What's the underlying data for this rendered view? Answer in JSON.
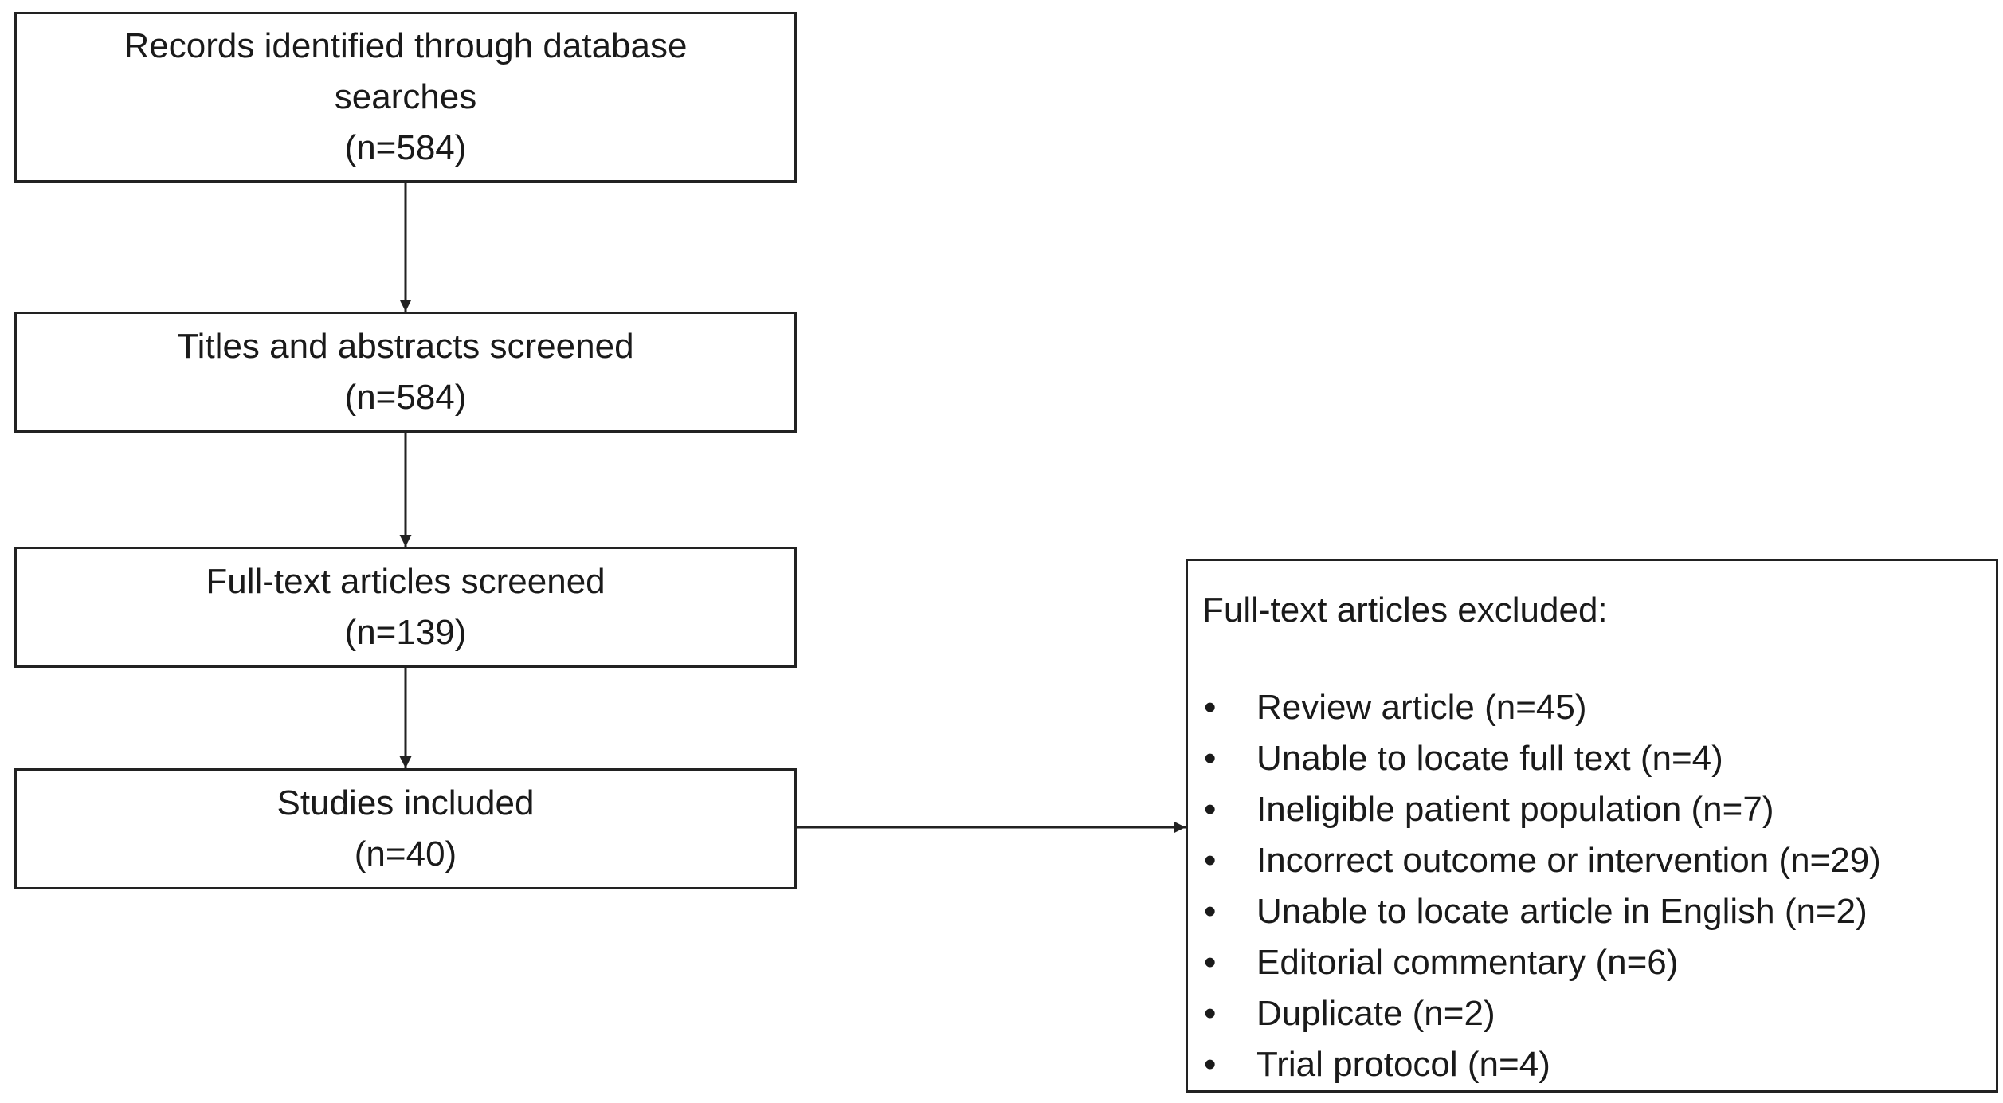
{
  "boxes": {
    "records_identified": {
      "lines": [
        "Records identified through database",
        "searches",
        "(n=584)"
      ]
    },
    "titles_screened": {
      "lines": [
        "Titles and abstracts screened",
        "(n=584)"
      ]
    },
    "fulltext_screened": {
      "lines": [
        "Full-text articles screened",
        "(n=139)"
      ]
    },
    "studies_included": {
      "lines": [
        "Studies included",
        "(n=40)"
      ]
    }
  },
  "excluded": {
    "title": "Full-text articles excluded:",
    "bullet": "•",
    "items": [
      "Review article (n=45)",
      "Unable to locate full text (n=4)",
      "Ineligible patient population (n=7)",
      "Incorrect outcome or intervention (n=29)",
      "Unable to locate article in English (n=2)",
      "Editorial commentary (n=6)",
      "Duplicate (n=2)",
      "Trial protocol (n=4)"
    ]
  },
  "colors": {
    "line": "#222222",
    "text": "#1a1a1a",
    "background": "#ffffff"
  }
}
